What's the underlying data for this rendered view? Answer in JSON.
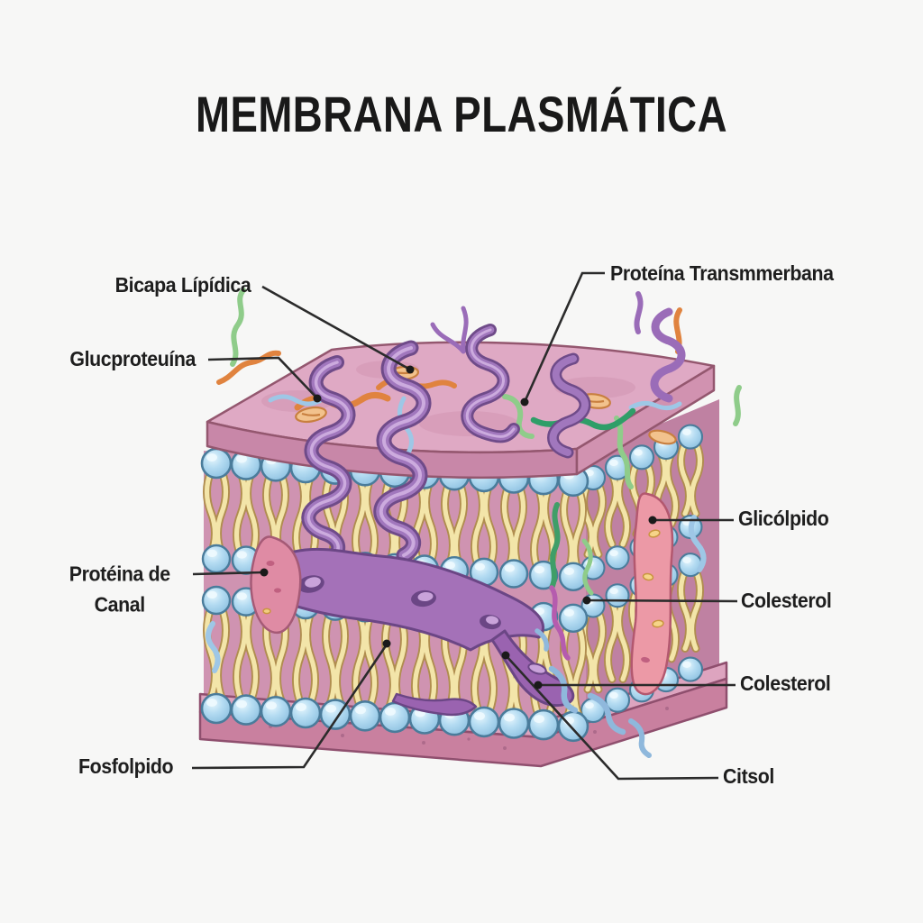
{
  "title": "MEMBRANA PLASMÁTICA",
  "diagram": {
    "subject": "plasma-membrane-cross-section",
    "labels": {
      "bicapa": {
        "text": "Bicapa Lípídica"
      },
      "glucproteuina": {
        "text": "Glucproteuína"
      },
      "transmembrana": {
        "text": "Proteína Transmmerbana"
      },
      "glicolpido": {
        "text": "Glicólpido"
      },
      "colesterol1": {
        "text": "Colesterol"
      },
      "colesterol2": {
        "text": "Colesterol"
      },
      "citsol": {
        "text": "Citsol"
      },
      "canal": {
        "line1": "Protéina de",
        "line2": "Canal"
      },
      "fosfolpido": {
        "text": "Fosfolpido"
      }
    },
    "colors": {
      "background": "#f7f7f6",
      "label_ink": "#1e1e1e",
      "leader_line": "#2b2b2b",
      "membrane_pink_top": "#dfa9c4",
      "membrane_pink_edge": "#c887a8",
      "lipid_head_blue": "#a6d3ec",
      "lipid_head_outline": "#4a7c9b",
      "lipid_tail_yellow": "#f3e5a9",
      "lipid_tail_outline": "#b08d4f",
      "protein_purple": "#a177bd",
      "protein_purple_dark": "#6f4b89",
      "glycolipid_pink": "#ec99a6",
      "glycan_orange": "#e0833f",
      "glycan_green": "#8fcc8a",
      "glycan_dark_green": "#2f9e68",
      "glycan_blue": "#9ec7e6",
      "cytosol_squiggle_blue": "#8fb8dc"
    }
  }
}
